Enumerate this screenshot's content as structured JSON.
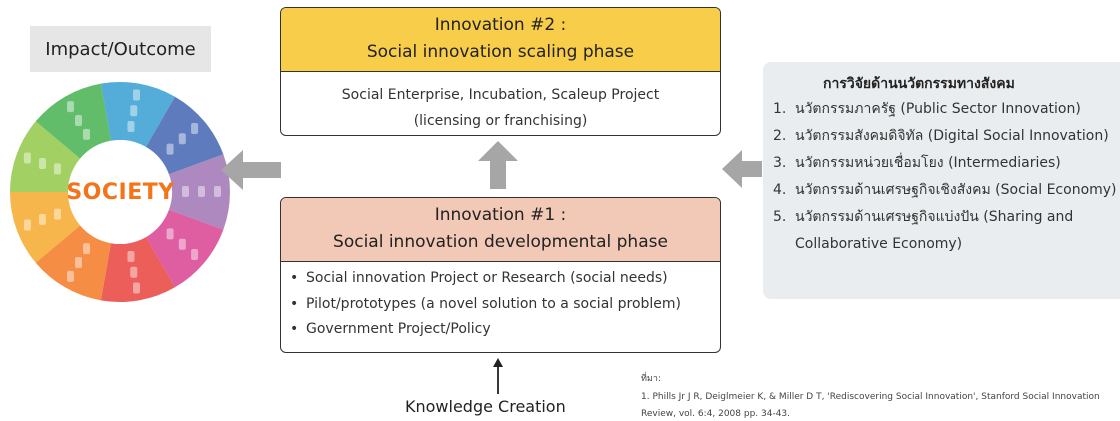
{
  "impact_label": "Impact/Outcome",
  "wheel": {
    "center_text": "SOCIETY",
    "colors": [
      "#2e9ad0",
      "#3b5fae",
      "#9b6fb2",
      "#d83a8e",
      "#e83a36",
      "#f4741c",
      "#f5a623",
      "#8ec63f",
      "#3fae49"
    ]
  },
  "innovation2": {
    "title": "Innovation #2 :",
    "subtitle": "Social innovation scaling phase",
    "line1": "Social Enterprise, Incubation,  Scaleup Project",
    "line2": "(licensing or franchising)",
    "color": "#f7cd4a"
  },
  "innovation1": {
    "title": "Innovation #1 :",
    "subtitle": "Social innovation developmental phase",
    "items": [
      "Social innovation Project or Research (social needs)",
      "Pilot/prototypes (a novel solution to a social problem)",
      "Government Project/Policy"
    ],
    "color": "#f2c8b6"
  },
  "research_panel": {
    "title": "การวิจัยด้านนวัตกรรมทางสังคม",
    "items": [
      {
        "num": "1.",
        "text": "นวัตกรรมภาครัฐ (Public Sector Innovation)"
      },
      {
        "num": "2.",
        "text": "นวัตกรรมสังคมดิจิทัล (Digital Social Innovation)"
      },
      {
        "num": "3.",
        "text": "นวัตกรรมหน่วยเชื่อมโยง (Intermediaries)"
      },
      {
        "num": "4.",
        "text": "นวัตกรรมด้านเศรษฐกิจเชิงสังคม (Social Economy)"
      },
      {
        "num": "5.",
        "text": "นวัตกรรมด้านเศรษฐกิจแบ่งปัน (Sharing and Collaborative Economy)"
      }
    ]
  },
  "knowledge_creation": "Knowledge Creation",
  "source": {
    "label": "ที่มา:",
    "text": "1.  Phills Jr J R, Deiglmeier K, & Miller D T, 'Rediscovering Social Innovation', Stanford Social Innovation Review, vol. 6:4, 2008 pp. 34-43."
  }
}
